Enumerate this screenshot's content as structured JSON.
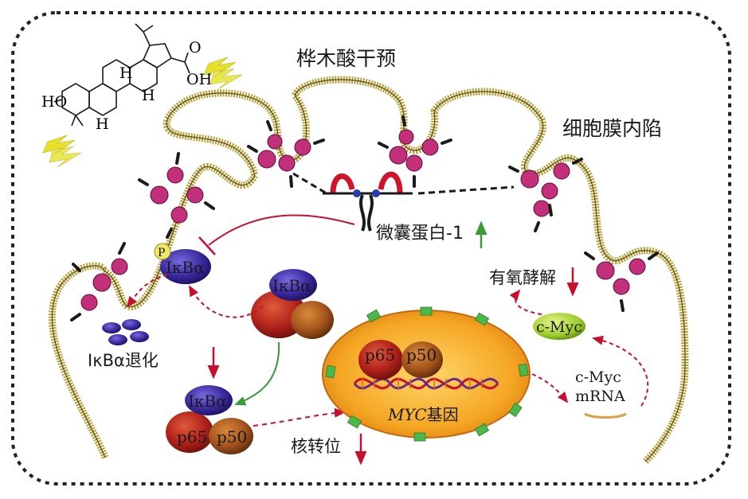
{
  "diagram": {
    "title": "桦木酸干预",
    "membrane_label": "细胞膜内陷",
    "caveolin_label": "微囊蛋白-1",
    "glycolysis_label": "有氧酵解",
    "degradation_label": "IκBα退化",
    "translocation_label": "核转位",
    "mrna_label_line1": "c-Myc",
    "mrna_label_line2": "mRNA",
    "gene_label_italic": "MYC",
    "gene_label_suffix": "基因",
    "proteins": {
      "ikba": "IκBα",
      "p65": "p65",
      "p50": "p50",
      "phospho": "P",
      "cmyc": "c-Myc"
    },
    "structure_labels": {
      "ho": "HO",
      "oh": "OH",
      "o": "O",
      "h": "H"
    },
    "colors": {
      "membrane": "#b9a23a",
      "caveola_pink": "#c2307a",
      "inhibit_red": "#c8102e",
      "up_green": "#3a9a3a",
      "nucleus_orange": "#f3a51c",
      "cmyc_green": "#9acd32",
      "ikba_blue": "#3a2a9a"
    }
  }
}
